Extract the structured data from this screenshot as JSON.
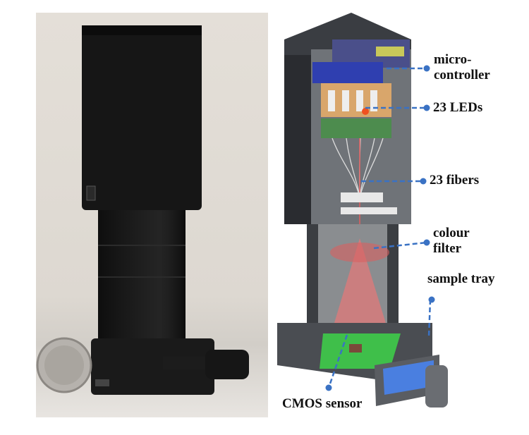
{
  "figure": {
    "left_panel": {
      "description": "photograph of 3D-printed device next to a coin"
    },
    "right_panel": {
      "description": "cutaway 3D rendering of device internals"
    },
    "callouts": [
      {
        "id": "microcontroller",
        "text": "micro-\ncontroller"
      },
      {
        "id": "leds",
        "text": "23 LEDs"
      },
      {
        "id": "fibers",
        "text": "23 fibers"
      },
      {
        "id": "colour_filter",
        "text": "colour\nfilter"
      },
      {
        "id": "sample_tray",
        "text": "sample tray"
      },
      {
        "id": "cmos_sensor",
        "text": "CMOS sensor"
      }
    ],
    "colors": {
      "leader_line": "#3a72c4",
      "device_body": "#1a1a1a",
      "pcb_green": "#3fbf4a",
      "tray_blue": "#4a7fe0",
      "light_cone": "#e07a7a"
    }
  }
}
